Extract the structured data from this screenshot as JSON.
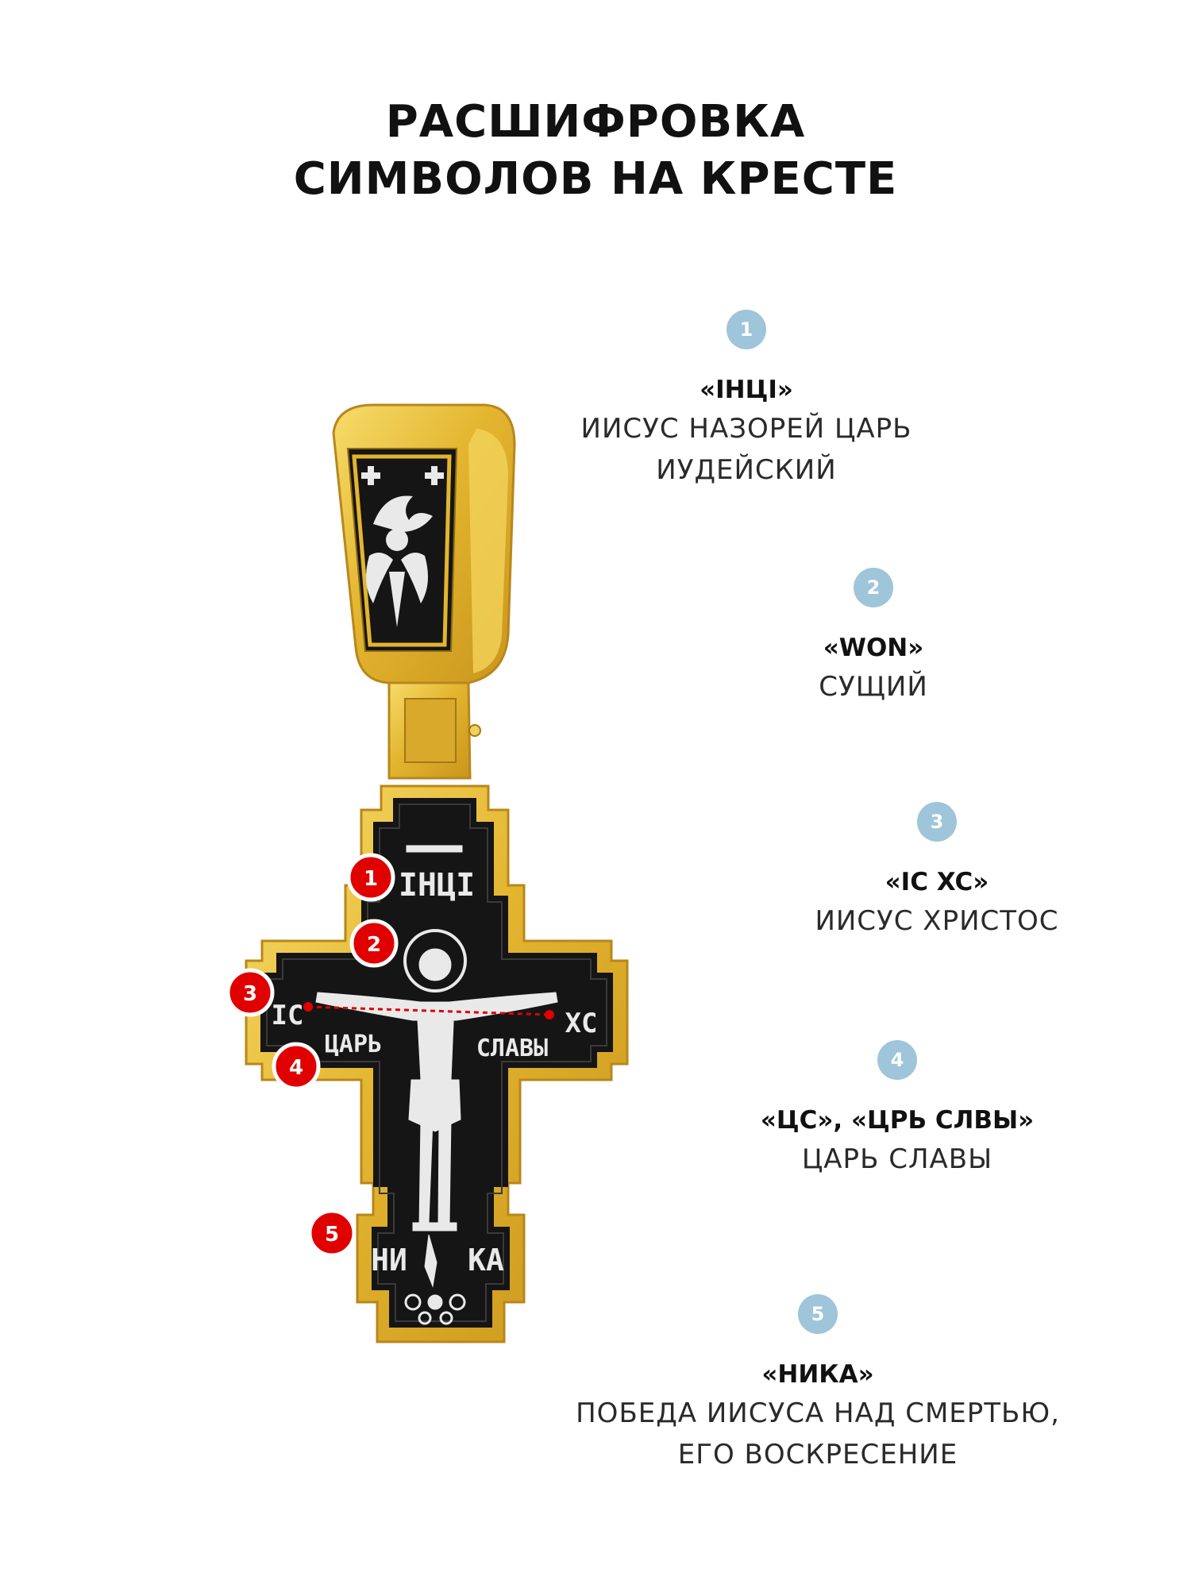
{
  "title": {
    "line1": "РАСШИФРОВКА",
    "line2": "СИМВОЛОВ НА КРЕСТЕ"
  },
  "legend": [
    {
      "number": "1",
      "code": "«ІНЦІ»",
      "meaning": [
        "ИИСУС НАЗОРЕЙ ЦАРЬ",
        "ИУДЕЙСКИЙ"
      ]
    },
    {
      "number": "2",
      "code": "«WON»",
      "meaning": [
        "СУЩИЙ"
      ]
    },
    {
      "number": "3",
      "code": "«IC XC»",
      "meaning": [
        "ИИСУС ХРИСТОС"
      ]
    },
    {
      "number": "4",
      "code": "«ЦС», «ЦРЬ СЛВЫ»",
      "meaning": [
        "ЦАРЬ СЛАВЫ"
      ]
    },
    {
      "number": "5",
      "code": "«НИКА»",
      "meaning": [
        "ПОБЕДА ИИСУСА НАД СМЕРТЬЮ,",
        "ЕГО ВОСКРЕСЕНИЕ"
      ]
    }
  ],
  "pendant": {
    "inscriptions": {
      "top": "ІНЦІ",
      "left_letters": "ІС",
      "right_letters": "ХС",
      "left_word": "ЦАРЬ",
      "right_word": "СЛАВЫ",
      "bottom_left": "НИ",
      "bottom_right": "КА"
    },
    "markers": [
      "1",
      "2",
      "3",
      "4",
      "5"
    ]
  },
  "colors": {
    "gold": "#e8bf3a",
    "enamel": "#151515",
    "silver": "#e9e9e9",
    "marker": "#e00000",
    "legend_circle": "#9ec5d9"
  }
}
